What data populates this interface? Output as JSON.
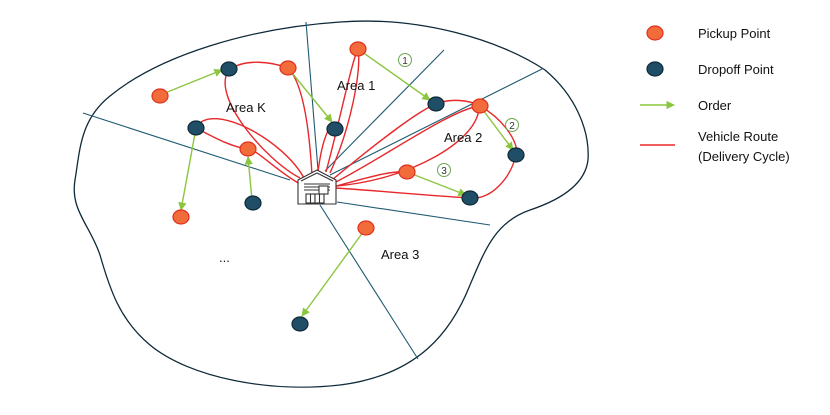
{
  "colors": {
    "pickup_fill": "#F26B3A",
    "pickup_stroke": "#E0301E",
    "dropoff_fill": "#1F4E66",
    "dropoff_stroke": "#0E2A38",
    "order": "#8CC63F",
    "route": "#E8282B",
    "boundary": "#0E2A38",
    "divider": "#1F5A73"
  },
  "areas": {
    "area_1": "Area 1",
    "area_2": "Area 2",
    "area_3": "Area 3",
    "area_k": "Area K",
    "ellipsis": "..."
  },
  "order_numbers": [
    "1",
    "2",
    "3"
  ],
  "legend": {
    "pickup": "Pickup Point",
    "dropoff": "Dropoff Point",
    "order": "Order",
    "route_line1": "Vehicle Route",
    "route_line2": "(Delivery Cycle)"
  },
  "icons": {
    "depot": "warehouse-icon"
  }
}
